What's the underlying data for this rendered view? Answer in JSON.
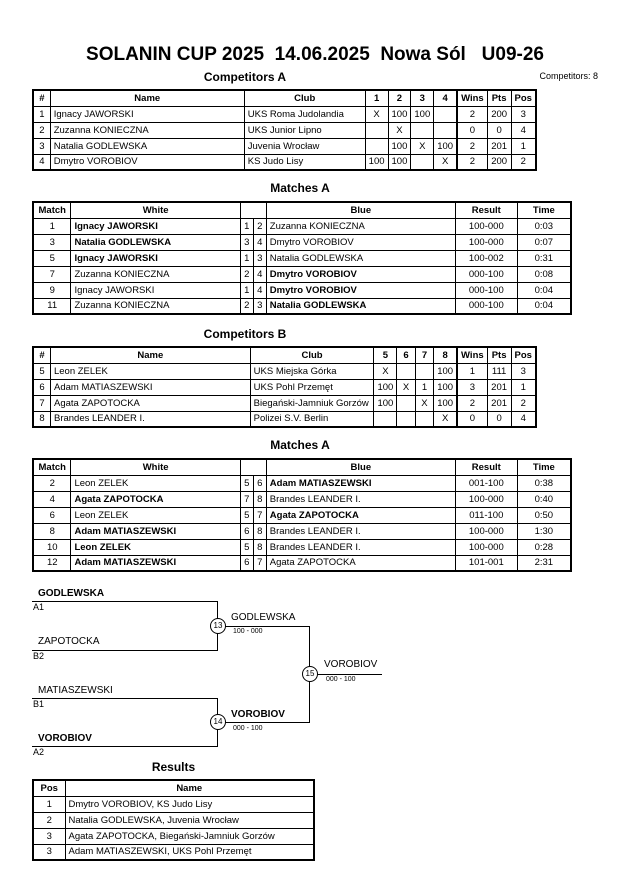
{
  "title": "SOLANIN CUP 2025  14.06.2025  Nowa Sól   U09-26",
  "competitors_count": "Competitors: 8",
  "competitors_a": {
    "title": "Competitors A",
    "headers": [
      "#",
      "Name",
      "Club",
      "1",
      "2",
      "3",
      "4",
      "Wins",
      "Pts",
      "Pos"
    ],
    "rows": [
      [
        "1",
        "Ignacy JAWORSKI",
        "UKS Roma Judolandia",
        "X",
        "100",
        "100",
        "",
        "2",
        "200",
        "3"
      ],
      [
        "2",
        "Zuzanna KONIECZNA",
        "UKS Junior Lipno",
        "",
        "X",
        "",
        "",
        "0",
        "0",
        "4"
      ],
      [
        "3",
        "Natalia GODLEWSKA",
        "Juvenia Wrocław",
        "",
        "100",
        "X",
        "100",
        "2",
        "201",
        "1"
      ],
      [
        "4",
        "Dmytro VOROBIOV",
        "KS Judo Lisy",
        "100",
        "100",
        "",
        "X",
        "2",
        "200",
        "2"
      ]
    ]
  },
  "matches_a": {
    "title": "Matches A",
    "headers": [
      "Match",
      "White",
      "Blue",
      "Result",
      "Time"
    ],
    "rows": [
      {
        "match": "1",
        "white": "Ignacy JAWORSKI",
        "w": "1",
        "b": "2",
        "blue": "Zuzanna KONIECZNA",
        "result": "100-000",
        "time": "0:03",
        "winner": "white"
      },
      {
        "match": "3",
        "white": "Natalia GODLEWSKA",
        "w": "3",
        "b": "4",
        "blue": "Dmytro VOROBIOV",
        "result": "100-000",
        "time": "0:07",
        "winner": "white"
      },
      {
        "match": "5",
        "white": "Ignacy JAWORSKI",
        "w": "1",
        "b": "3",
        "blue": "Natalia GODLEWSKA",
        "result": "100-002",
        "time": "0:31",
        "winner": "white"
      },
      {
        "match": "7",
        "white": "Zuzanna KONIECZNA",
        "w": "2",
        "b": "4",
        "blue": "Dmytro VOROBIOV",
        "result": "000-100",
        "time": "0:08",
        "winner": "blue"
      },
      {
        "match": "9",
        "white": "Ignacy JAWORSKI",
        "w": "1",
        "b": "4",
        "blue": "Dmytro VOROBIOV",
        "result": "000-100",
        "time": "0:04",
        "winner": "blue"
      },
      {
        "match": "11",
        "white": "Zuzanna KONIECZNA",
        "w": "2",
        "b": "3",
        "blue": "Natalia GODLEWSKA",
        "result": "000-100",
        "time": "0:04",
        "winner": "blue"
      }
    ]
  },
  "competitors_b": {
    "title": "Competitors B",
    "headers": [
      "#",
      "Name",
      "Club",
      "5",
      "6",
      "7",
      "8",
      "Wins",
      "Pts",
      "Pos"
    ],
    "rows": [
      [
        "5",
        "Leon ZELEK",
        "UKS Miejska Górka",
        "X",
        "",
        "",
        "100",
        "1",
        "111",
        "3"
      ],
      [
        "6",
        "Adam MATIASZEWSKI",
        "UKS Pohl Przemęt",
        "100",
        "X",
        "1",
        "100",
        "3",
        "201",
        "1"
      ],
      [
        "7",
        "Agata ZAPOTOCKA",
        "Biegański-Jamniuk Gorzów",
        "100",
        "",
        "X",
        "100",
        "2",
        "201",
        "2"
      ],
      [
        "8",
        "Brandes LEANDER I.",
        "Polizei S.V. Berlin",
        "",
        "",
        "",
        "X",
        "0",
        "0",
        "4"
      ]
    ]
  },
  "matches_b": {
    "title": "Matches A",
    "headers": [
      "Match",
      "White",
      "Blue",
      "Result",
      "Time"
    ],
    "rows": [
      {
        "match": "2",
        "white": "Leon ZELEK",
        "w": "5",
        "b": "6",
        "blue": "Adam MATIASZEWSKI",
        "result": "001-100",
        "time": "0:38",
        "winner": "blue"
      },
      {
        "match": "4",
        "white": "Agata ZAPOTOCKA",
        "w": "7",
        "b": "8",
        "blue": "Brandes LEANDER I.",
        "result": "100-000",
        "time": "0:40",
        "winner": "white"
      },
      {
        "match": "6",
        "white": "Leon ZELEK",
        "w": "5",
        "b": "7",
        "blue": "Agata ZAPOTOCKA",
        "result": "011-100",
        "time": "0:50",
        "winner": "blue"
      },
      {
        "match": "8",
        "white": "Adam MATIASZEWSKI",
        "w": "6",
        "b": "8",
        "blue": "Brandes LEANDER I.",
        "result": "100-000",
        "time": "1:30",
        "winner": "white"
      },
      {
        "match": "10",
        "white": "Leon ZELEK",
        "w": "5",
        "b": "8",
        "blue": "Brandes LEANDER I.",
        "result": "100-000",
        "time": "0:28",
        "winner": "white"
      },
      {
        "match": "12",
        "white": "Adam MATIASZEWSKI",
        "w": "6",
        "b": "7",
        "blue": "Agata ZAPOTOCKA",
        "result": "101-001",
        "time": "2:31",
        "winner": "white"
      }
    ]
  },
  "bracket": {
    "semi1": {
      "top": "GODLEWSKA",
      "top_seed": "A1",
      "bottom": "ZAPOTOCKA",
      "bottom_seed": "B2",
      "match": "13",
      "winner": "GODLEWSKA",
      "score": "100 - 000"
    },
    "semi2": {
      "top": "MATIASZEWSKI",
      "top_seed": "B1",
      "bottom": "VOROBIOV",
      "bottom_seed": "A2",
      "match": "14",
      "winner": "VOROBIOV",
      "score": "000 - 100"
    },
    "final": {
      "match": "15",
      "winner": "VOROBIOV",
      "score": "000 - 100"
    }
  },
  "results": {
    "title": "Results",
    "headers": [
      "Pos",
      "Name"
    ],
    "rows": [
      [
        "1",
        "Dmytro VOROBIOV, KS Judo Lisy"
      ],
      [
        "2",
        "Natalia GODLEWSKA, Juvenia Wrocław"
      ],
      [
        "3",
        "Agata ZAPOTOCKA, Biegański-Jamniuk Gorzów"
      ],
      [
        "3",
        "Adam MATIASZEWSKI, UKS Pohl Przemęt"
      ]
    ]
  }
}
